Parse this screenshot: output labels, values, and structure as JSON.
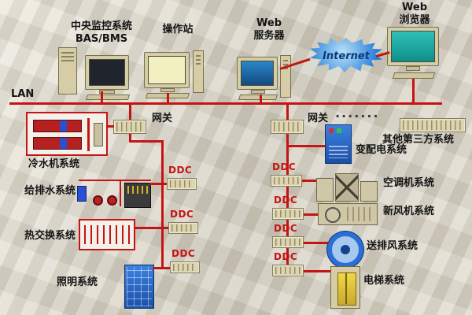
{
  "colors": {
    "line_red": "#c41414",
    "cloud_blue": "#2b7fd8",
    "cabinet_blue": "#2a6fd4",
    "screen_teal": "#19b0aa",
    "module_beige": "#ddd5b0"
  },
  "top": {
    "central_line1": "中央监控系统",
    "central_line2": "BAS/BMS",
    "operator": "操作站",
    "web_server_line1": "Web",
    "web_server_line2": "服务器",
    "internet": "Internet",
    "browser_line1": "Web",
    "browser_line2": "浏览器"
  },
  "network": {
    "lan": "LAN",
    "gateway_left": "网关",
    "gateway_right": "网关",
    "dots": "·······",
    "ddc": "DDC"
  },
  "systems": {
    "chiller": "冷水机系统",
    "water_supply": "给排水系统",
    "heat_exchange": "热交换系统",
    "lighting": "照明系统",
    "power_distribution": "变配电系统",
    "third_party": "其他第三方系统",
    "air_conditioning": "空调机系统",
    "fresh_air": "新风机系统",
    "supply_exhaust": "送排风系统",
    "elevator": "电梯系统"
  }
}
